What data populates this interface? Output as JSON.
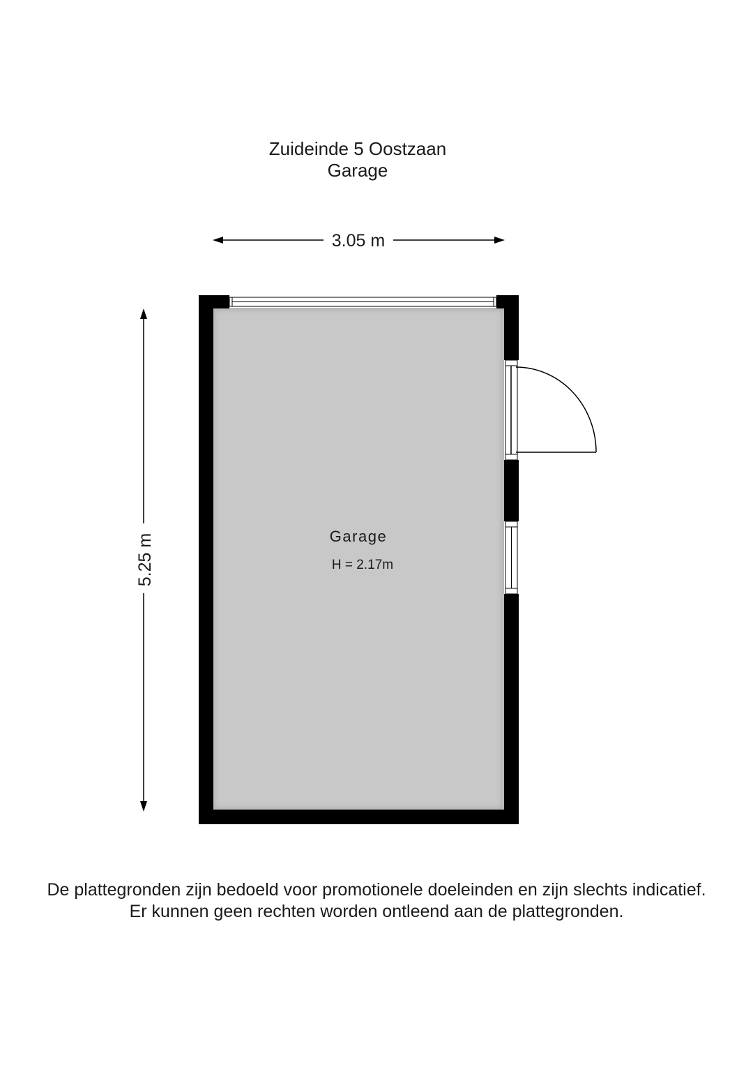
{
  "header": {
    "address": "Zuideinde 5 Oostzaan",
    "floor": "Garage"
  },
  "dimensions": {
    "width_label": "3.05 m",
    "length_label": "5.25 m"
  },
  "room": {
    "name": "Garage",
    "height_label": "H = 2.17m"
  },
  "colors": {
    "floor": "#c8c8c8",
    "wall": "#000000",
    "text": "#1a1a1a"
  },
  "footer": {
    "line1": "De plattegronden zijn bedoeld voor promotionele doeleinden en zijn slechts indicatief.",
    "line2": "Er kunnen geen rechten worden ontleend aan de plattegronden."
  }
}
